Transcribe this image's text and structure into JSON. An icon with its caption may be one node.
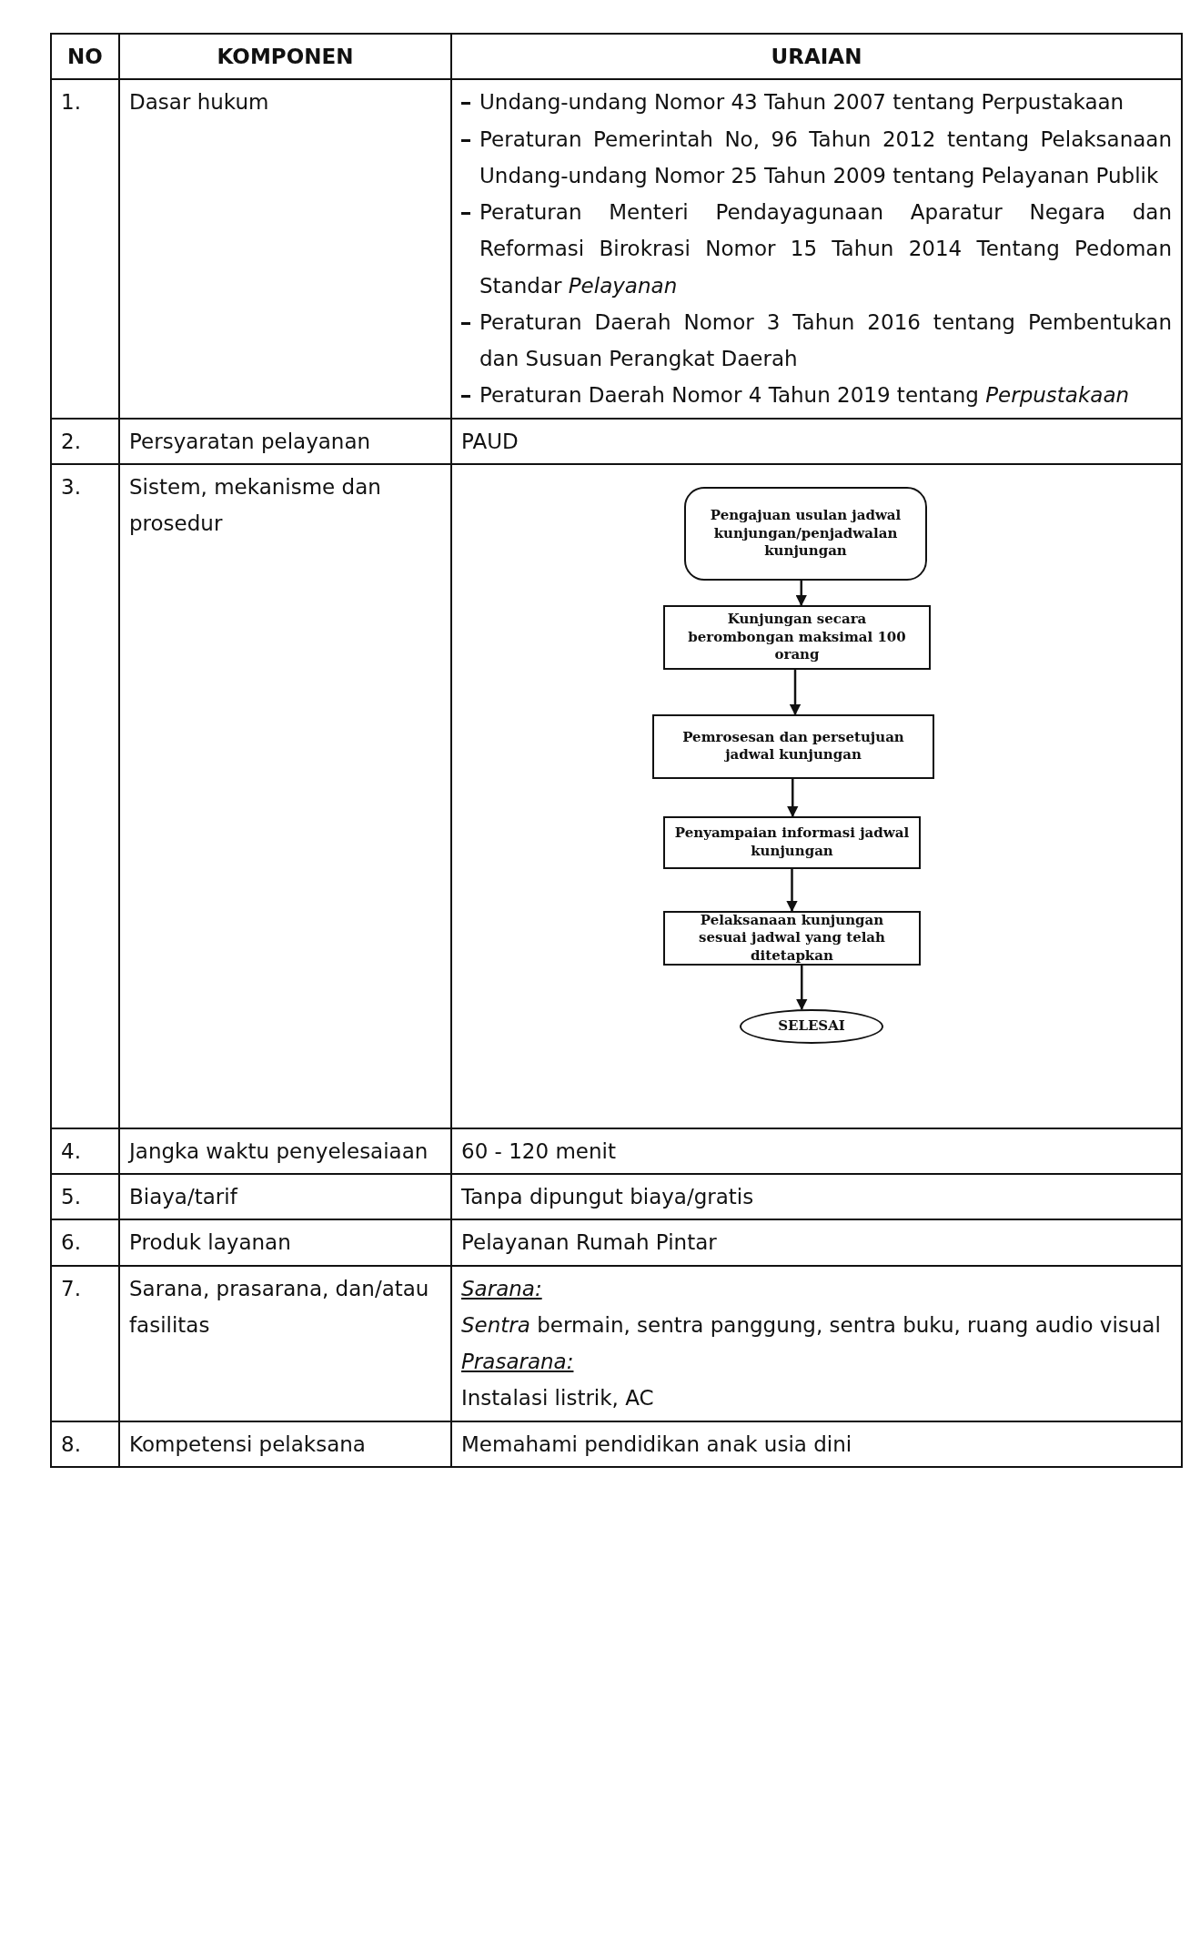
{
  "diagram": {
    "nodes": [
      {
        "text": [
          "Pengajuan usulan jadwal kunjungan/penjadwalan kunjungan"
        ]
      },
      {
        "text": [
          "Kunjungan secara berombongan maksimal 100 orang"
        ]
      },
      {
        "text": [
          "Pemrosesan dan persetujuan jadwal kunjungan"
        ]
      },
      {
        "text": [
          "Penyampaian informasi jadwal kunjungan"
        ]
      },
      {
        "text": [
          "Pelaksanaan kunjungan sesuai jadwal yang telah ditetapkan"
        ]
      },
      {
        "text": [
          "SELESAI"
        ]
      }
    ],
    "edges": [
      {
        "from": 0,
        "to": 1,
        "arrow": "to"
      },
      {
        "from": 1,
        "to": 2,
        "arrow": "to"
      },
      {
        "from": 2,
        "to": 3,
        "arrow": "to"
      },
      {
        "from": 3,
        "to": 4,
        "arrow": "to"
      },
      {
        "from": 4,
        "to": 5,
        "arrow": "to"
      }
    ],
    "labels": [
      "NO",
      "KOMPONEN",
      "URAIAN",
      "1.",
      "Dasar hukum",
      "Undang-undang Nomor 43 Tahun 2007 tentang Perpustakaan",
      "Peraturan Pemerintah No, 96 Tahun 2012 tentang Pelaksanaan Undang-undang Nomor 25 Tahun 2009 tentang Pelayanan Publik",
      "Peraturan Menteri Pendayagunaan Aparatur Negara dan Reformasi Birokrasi Nomor 15 Tahun 2014 Tentang Pedoman Standar *Pelayanan*",
      "Peraturan Daerah Nomor 3 Tahun 2016 tentang Pembentukan dan Susuan Perangkat Daerah",
      "Peraturan Daerah Nomor 4 Tahun 2019 tentang *Perpustakaan*",
      "2.",
      "Persyaratan pelayanan",
      "PAUD",
      "3.",
      "Sistem, mekanisme dan prosedur",
      "4.",
      "Jangka waktu penyelesaiaan",
      "60 - 120 menit",
      "5.",
      "Biaya/tarif",
      "Tanpa dipungut biaya/gratis",
      "6.",
      "Produk layanan",
      "Pelayanan Rumah Pintar",
      "7.",
      "Sarana, prasarana, dan/atau fasilitas",
      "Sarana:",
      "*Sentra* bermain, sentra panggung, sentra buku, ruang audio visual",
      "Prasarana:",
      "Instalasi listrik, AC",
      "8.",
      "Kompetensi pelaksana",
      "Memahami pendidikan anak usia dini"
    ]
  }
}
